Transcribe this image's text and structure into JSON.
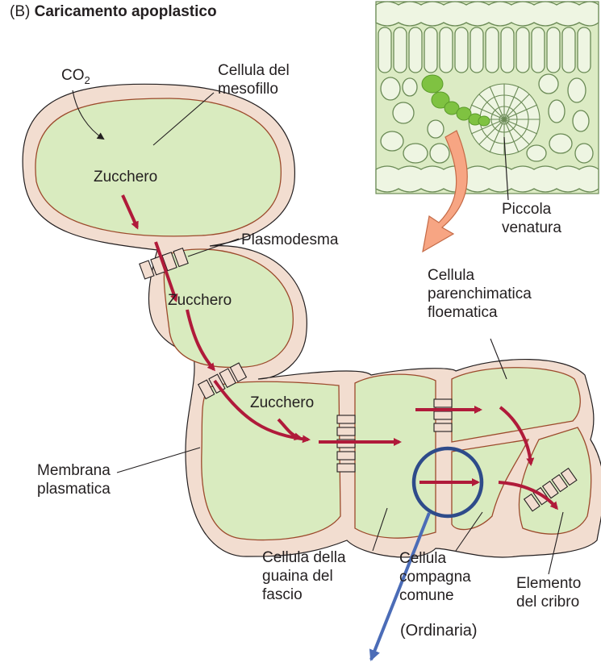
{
  "figure": {
    "panel_tag": "(B)",
    "title": "Caricamento apoplastico",
    "labels": {
      "co2_main": "CO",
      "co2_sub": "2",
      "mesophyll_cell_line1": "Cellula del",
      "mesophyll_cell_line2": "mesofillo",
      "sugar_1": "Zucchero",
      "sugar_2": "Zucchero",
      "sugar_3": "Zucchero",
      "plasmodesma": "Plasmodesma",
      "small_vein_line1": "Piccola",
      "small_vein_line2": "venatura",
      "parenchyma_line1": "Cellula",
      "parenchyma_line2": "parenchimatica",
      "parenchyma_line3": "floematica",
      "plasma_membrane_line1": "Membrana",
      "plasma_membrane_line2": "plasmatica",
      "bundle_sheath_line1": "Cellula della",
      "bundle_sheath_line2": "guaina del",
      "bundle_sheath_line3": "fascio",
      "companion_line1": "Cellula",
      "companion_line2": "compagna",
      "companion_line3": "comune",
      "sieve_line1": "Elemento",
      "sieve_line2": "del cribro",
      "ordinary_note": "(Ordinaria)"
    }
  },
  "colors": {
    "cytoplasm": "#d9ebbf",
    "wall": "#f2ddd0",
    "membrane": "#9c4a2c",
    "arrow": "#b01a3a",
    "inset_bg": "#dcebc4",
    "green_cell": "#7fc241",
    "salmon_arrow": "#f7a583",
    "highlight_circle": "#2e4b8a",
    "pointer_arrow": "#4b6cb7"
  }
}
